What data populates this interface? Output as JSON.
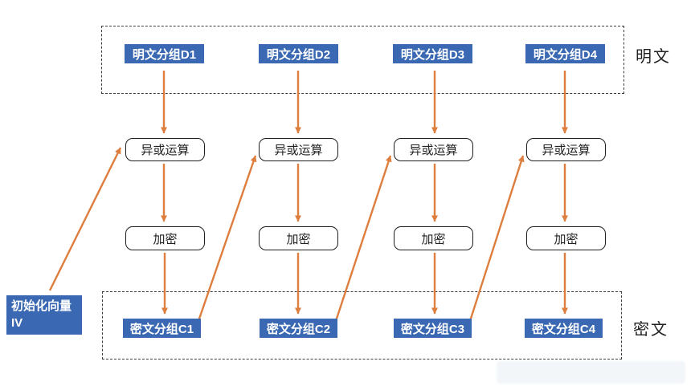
{
  "diagram": {
    "plaintext_label": "明文",
    "ciphertext_label": "密文",
    "iv_label": "初始化向量IV",
    "xor_label": "异或运算",
    "encrypt_label": "加密",
    "columns": [
      {
        "plaintext": "明文分组D1",
        "ciphertext": "密文分组C1"
      },
      {
        "plaintext": "明文分组D2",
        "ciphertext": "密文分组C2"
      },
      {
        "plaintext": "明文分组D3",
        "ciphertext": "密文分组C3"
      },
      {
        "plaintext": "明文分组D4",
        "ciphertext": "密文分组C4"
      }
    ],
    "colors": {
      "block_blue": "#3A68B2",
      "arrow_orange": "#DD7E3E"
    }
  }
}
